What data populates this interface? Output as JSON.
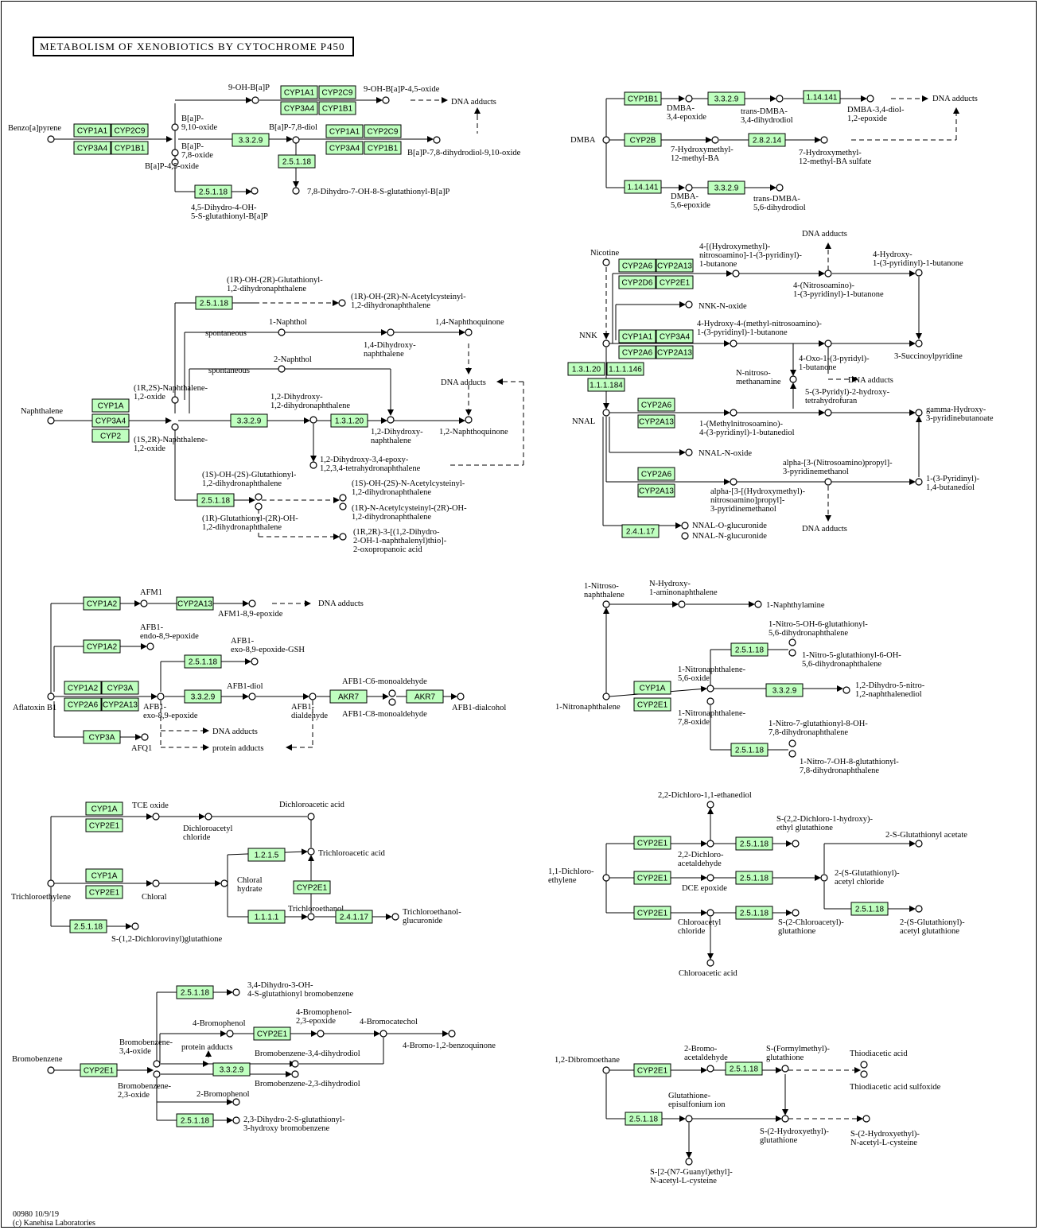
{
  "title": "METABOLISM OF XENOBIOTICS BY CYTOCHROME P450",
  "footer": {
    "line1": "00980 10/9/19",
    "line2": "(c) Kanehisa Laboratories"
  },
  "enzymes": [
    {
      "id": "e1",
      "label": "CYP1A1"
    },
    {
      "id": "e2",
      "label": "CYP2C9"
    },
    {
      "id": "e3",
      "label": "CYP3A4"
    },
    {
      "id": "e4",
      "label": "CYP1B1"
    },
    {
      "id": "e5",
      "label": "CYP1A1"
    },
    {
      "id": "e6",
      "label": "CYP2C9"
    },
    {
      "id": "e7",
      "label": "CYP3A4"
    },
    {
      "id": "e8",
      "label": "CYP1B1"
    },
    {
      "id": "e9",
      "label": "3.3.2.9"
    },
    {
      "id": "e10",
      "label": "CYP1A1"
    },
    {
      "id": "e11",
      "label": "CYP2C9"
    },
    {
      "id": "e12",
      "label": "CYP3A4"
    },
    {
      "id": "e13",
      "label": "CYP1B1"
    },
    {
      "id": "e14",
      "label": "2.5.1.18"
    },
    {
      "id": "e15",
      "label": "2.5.1.18"
    },
    {
      "id": "e16",
      "label": "CYP1B1"
    },
    {
      "id": "e17",
      "label": "3.3.2.9"
    },
    {
      "id": "e18",
      "label": "1.14.141"
    },
    {
      "id": "e19",
      "label": "CYP2B"
    },
    {
      "id": "e20",
      "label": "2.8.2.14"
    },
    {
      "id": "e21",
      "label": "1.14.141"
    },
    {
      "id": "e22",
      "label": "3.3.2.9"
    },
    {
      "id": "e23",
      "label": "2.5.1.18"
    },
    {
      "id": "e24",
      "label": "CYP1A"
    },
    {
      "id": "e25",
      "label": "CYP3A4"
    },
    {
      "id": "e26",
      "label": "CYP2"
    },
    {
      "id": "e27",
      "label": "3.3.2.9"
    },
    {
      "id": "e28",
      "label": "1.3.1.20"
    },
    {
      "id": "e29",
      "label": "2.5.1.18"
    },
    {
      "id": "e30",
      "label": "CYP2A6"
    },
    {
      "id": "e31",
      "label": "CYP2A13"
    },
    {
      "id": "e32",
      "label": "CYP2D6"
    },
    {
      "id": "e33",
      "label": "CYP2E1"
    },
    {
      "id": "e34",
      "label": "CYP1A1"
    },
    {
      "id": "e35",
      "label": "CYP3A4"
    },
    {
      "id": "e36",
      "label": "CYP2A6"
    },
    {
      "id": "e37",
      "label": "CYP2A13"
    },
    {
      "id": "e38",
      "label": "1.3.1.20"
    },
    {
      "id": "e39",
      "label": "1.1.1.146"
    },
    {
      "id": "e40",
      "label": "1.1.1.184"
    },
    {
      "id": "e41",
      "label": "CYP2A6"
    },
    {
      "id": "e42",
      "label": "CYP2A13"
    },
    {
      "id": "e43",
      "label": "CYP2A6"
    },
    {
      "id": "e44",
      "label": "CYP2A13"
    },
    {
      "id": "e45",
      "label": "2.4.1.17"
    },
    {
      "id": "e46",
      "label": "CYP1A2"
    },
    {
      "id": "e47",
      "label": "CYP2A13"
    },
    {
      "id": "e48",
      "label": "CYP1A2"
    },
    {
      "id": "e49",
      "label": "2.5.1.18"
    },
    {
      "id": "e50",
      "label": "CYP1A2"
    },
    {
      "id": "e51",
      "label": "CYP3A"
    },
    {
      "id": "e52",
      "label": "CYP2A6"
    },
    {
      "id": "e53",
      "label": "CYP2A13"
    },
    {
      "id": "e54",
      "label": "3.3.2.9"
    },
    {
      "id": "e55",
      "label": "AKR7"
    },
    {
      "id": "e56",
      "label": "AKR7"
    },
    {
      "id": "e57",
      "label": "CYP3A"
    },
    {
      "id": "e58",
      "label": "2.5.1.18"
    },
    {
      "id": "e59",
      "label": "CYP1A"
    },
    {
      "id": "e60",
      "label": "CYP2E1"
    },
    {
      "id": "e61",
      "label": "3.3.2.9"
    },
    {
      "id": "e62",
      "label": "2.5.1.18"
    },
    {
      "id": "e63",
      "label": "CYP1A"
    },
    {
      "id": "e64",
      "label": "CYP2E1"
    },
    {
      "id": "e65",
      "label": "1.2.1.5"
    },
    {
      "id": "e66",
      "label": "CYP1A"
    },
    {
      "id": "e67",
      "label": "CYP2E1"
    },
    {
      "id": "e68",
      "label": "CYP2E1"
    },
    {
      "id": "e69",
      "label": "1.1.1.1"
    },
    {
      "id": "e70",
      "label": "2.4.1.17"
    },
    {
      "id": "e71",
      "label": "2.5.1.18"
    },
    {
      "id": "e72",
      "label": "CYP2E1"
    },
    {
      "id": "e73",
      "label": "2.5.1.18"
    },
    {
      "id": "e74",
      "label": "CYP2E1"
    },
    {
      "id": "e75",
      "label": "2.5.1.18"
    },
    {
      "id": "e76",
      "label": "CYP2E1"
    },
    {
      "id": "e77",
      "label": "2.5.1.18"
    },
    {
      "id": "e78",
      "label": "2.5.1.18"
    },
    {
      "id": "e79",
      "label": "2.5.1.18"
    },
    {
      "id": "e80",
      "label": "CYP2E1"
    },
    {
      "id": "e81",
      "label": "CYP2E1"
    },
    {
      "id": "e82",
      "label": "3.3.2.9"
    },
    {
      "id": "e83",
      "label": "2.5.1.18"
    },
    {
      "id": "e84",
      "label": "CYP2E1"
    },
    {
      "id": "e85",
      "label": "2.5.1.18"
    },
    {
      "id": "e86",
      "label": "2.5.1.18"
    }
  ],
  "compounds": [
    {
      "id": "c1",
      "lines": [
        "Benzo[a]pyrene"
      ]
    },
    {
      "id": "c2",
      "lines": [
        "9-OH-B[a]P"
      ]
    },
    {
      "id": "c3",
      "lines": [
        "9-OH-B[a]P-4,5-oxide"
      ]
    },
    {
      "id": "c4",
      "lines": [
        "DNA adducts"
      ]
    },
    {
      "id": "c5",
      "lines": [
        "B[a]P-",
        "9,10-oxide"
      ]
    },
    {
      "id": "c6",
      "lines": [
        "B[a]P-7,8-diol"
      ]
    },
    {
      "id": "c7",
      "lines": [
        "B[a]P-",
        "7,8-oxide"
      ]
    },
    {
      "id": "c8",
      "lines": [
        "B[a]P-4,5-oxide"
      ]
    },
    {
      "id": "c9",
      "lines": [
        "B[a]P-7,8-dihydrodiol-9,10-oxide"
      ]
    },
    {
      "id": "c10",
      "lines": [
        "7,8-Dihydro-7-OH-8-S-glutathionyl-B[a]P"
      ]
    },
    {
      "id": "c11",
      "lines": [
        "4,5-Dihydro-4-OH-",
        "5-S-glutathionyl-B[a]P"
      ]
    },
    {
      "id": "c12",
      "lines": [
        "DMBA"
      ]
    },
    {
      "id": "c13",
      "lines": [
        "DMBA-",
        "3,4-epoxide"
      ]
    },
    {
      "id": "c14",
      "lines": [
        "trans-DMBA-",
        "3,4-dihydrodiol"
      ]
    },
    {
      "id": "c15",
      "lines": [
        "DMBA-3,4-diol-",
        "1,2-epoxide"
      ]
    },
    {
      "id": "c16",
      "lines": [
        "DNA adducts"
      ]
    },
    {
      "id": "c17",
      "lines": [
        "7-Hydroxymethyl-",
        "12-methyl-BA"
      ]
    },
    {
      "id": "c18",
      "lines": [
        "7-Hydroxymethyl-",
        "12-methyl-BA sulfate"
      ]
    },
    {
      "id": "c19",
      "lines": [
        "DMBA-",
        "5,6-epoxide"
      ]
    },
    {
      "id": "c20",
      "lines": [
        "trans-DMBA-",
        "5,6-dihydrodiol"
      ]
    },
    {
      "id": "c21",
      "lines": [
        "(1R)-OH-(2R)-Glutathionyl-",
        "1,2-dihydronaphthalene"
      ]
    },
    {
      "id": "c22",
      "lines": [
        "(1R)-OH-(2R)-N-Acetylcysteinyl-",
        "1,2-dihydronaphthalene"
      ]
    },
    {
      "id": "c23",
      "lines": [
        "spontaneous"
      ]
    },
    {
      "id": "c24",
      "lines": [
        "1-Naphthol"
      ]
    },
    {
      "id": "c25",
      "lines": [
        "1,4-Naphthoquinone"
      ]
    },
    {
      "id": "c26",
      "lines": [
        "1,4-Dihydroxy-",
        "naphthalene"
      ]
    },
    {
      "id": "c27",
      "lines": [
        "spontaneous"
      ]
    },
    {
      "id": "c28",
      "lines": [
        "2-Naphthol"
      ]
    },
    {
      "id": "c29",
      "lines": [
        "DNA adducts"
      ]
    },
    {
      "id": "c30",
      "lines": [
        "Naphthalene"
      ]
    },
    {
      "id": "c31",
      "lines": [
        "(1R,2S)-Naphthalene-",
        "1,2-oxide"
      ]
    },
    {
      "id": "c32",
      "lines": [
        "1,2-Dihydroxy-",
        "1,2-dihydronaphthalene"
      ]
    },
    {
      "id": "c33",
      "lines": [
        "1,2-Dihydroxy-",
        "naphthalene"
      ]
    },
    {
      "id": "c34",
      "lines": [
        "1,2-Naphthoquinone"
      ]
    },
    {
      "id": "c35",
      "lines": [
        "(1S,2R)-Naphthalene-",
        "1,2-oxide"
      ]
    },
    {
      "id": "c36",
      "lines": [
        "1,2-Dihydroxy-3,4-epoxy-",
        "1,2,3,4-tetrahydronaphthalene"
      ]
    },
    {
      "id": "c37",
      "lines": [
        "(1S)-OH-(2S)-Glutathionyl-",
        "1,2-dihydronaphthalene"
      ]
    },
    {
      "id": "c38",
      "lines": [
        "(1S)-OH-(2S)-N-Acetylcysteinyl-",
        "1,2-dihydronaphthalene"
      ]
    },
    {
      "id": "c39",
      "lines": [
        "(1R)-N-Acetylcysteinyl-(2R)-OH-",
        "1,2-dihydronaphthalene"
      ]
    },
    {
      "id": "c40",
      "lines": [
        "(1R)-Glutathionyl-(2R)-OH-",
        "1,2-dihydronaphthalene"
      ]
    },
    {
      "id": "c41",
      "lines": [
        "(1R,2R)-3-[(1,2-Dihydro-",
        "2-OH-1-naphthalenyl)thio]-",
        "2-oxopropanoic acid"
      ]
    },
    {
      "id": "c42",
      "lines": [
        "Nicotine"
      ]
    },
    {
      "id": "c43",
      "lines": [
        "4-[(Hydroxymethyl)-",
        "nitrosoamino]-1-(3-pyridinyl)-",
        "1-butanone"
      ]
    },
    {
      "id": "c44",
      "lines": [
        "DNA adducts"
      ]
    },
    {
      "id": "c45",
      "lines": [
        "4-Hydroxy-",
        "1-(3-pyridinyl)-1-butanone"
      ]
    },
    {
      "id": "c46",
      "lines": [
        "4-(Nitrosoamino)-",
        "1-(3-pyridinyl)-1-butanone"
      ]
    },
    {
      "id": "c47",
      "lines": [
        "NNK-N-oxide"
      ]
    },
    {
      "id": "c48",
      "lines": [
        "4-Hydroxy-4-(methyl-nitrosoamino)-",
        "1-(3-pyridinyl)-1-butanone"
      ]
    },
    {
      "id": "c49",
      "lines": [
        "NNK"
      ]
    },
    {
      "id": "c50",
      "lines": [
        "3-Succinoylpyridine"
      ]
    },
    {
      "id": "c51",
      "lines": [
        "4-Oxo-1-(3-pyridyl)-",
        "1-butanone"
      ]
    },
    {
      "id": "c52",
      "lines": [
        "N-nitroso-",
        "methanamine"
      ]
    },
    {
      "id": "c53",
      "lines": [
        "DNA adducts"
      ]
    },
    {
      "id": "c54",
      "lines": [
        "5-(3-Pyridyl)-2-hydroxy-",
        "tetrahydrofuran"
      ]
    },
    {
      "id": "c55",
      "lines": [
        "gamma-Hydroxy-",
        "3-pyridinebutanoate"
      ]
    },
    {
      "id": "c56",
      "lines": [
        "NNAL"
      ]
    },
    {
      "id": "c57",
      "lines": [
        "1-(Methylnitrosoamino)-",
        "4-(3-pyridinyl)-1-butanediol"
      ]
    },
    {
      "id": "c58",
      "lines": [
        "NNAL-N-oxide"
      ]
    },
    {
      "id": "c59",
      "lines": [
        "alpha-[3-(Nitrosoamino)propyl]-",
        "3-pyridinemethanol"
      ]
    },
    {
      "id": "c60",
      "lines": [
        "1-(3-Pyridinyl)-",
        "1,4-butanediol"
      ]
    },
    {
      "id": "c61",
      "lines": [
        "alpha-[3-[(Hydroxymethyl)-",
        "nitrosoamino]propyl]-",
        "3-pyridinemethanol"
      ]
    },
    {
      "id": "c62",
      "lines": [
        "DNA adducts"
      ]
    },
    {
      "id": "c63",
      "lines": [
        "NNAL-O-glucuronide"
      ]
    },
    {
      "id": "c64",
      "lines": [
        "NNAL-N-glucuronide"
      ]
    },
    {
      "id": "c65",
      "lines": [
        "AFM1"
      ]
    },
    {
      "id": "c66",
      "lines": [
        "AFM1-8,9-epoxide"
      ]
    },
    {
      "id": "c67",
      "lines": [
        "DNA adducts"
      ]
    },
    {
      "id": "c68",
      "lines": [
        "AFB1-",
        "endo-8,9-epoxide"
      ]
    },
    {
      "id": "c69",
      "lines": [
        "AFB1-",
        "exo-8,9-epoxide-GSH"
      ]
    },
    {
      "id": "c70",
      "lines": [
        "AFB1-diol"
      ]
    },
    {
      "id": "c71",
      "lines": [
        "AFB1-C6-monoaldehyde"
      ]
    },
    {
      "id": "c72",
      "lines": [
        "AFB1-dialcohol"
      ]
    },
    {
      "id": "c73",
      "lines": [
        "Aflatoxin B1"
      ]
    },
    {
      "id": "c74",
      "lines": [
        "AFB1-",
        "exo-8,9-epoxide"
      ]
    },
    {
      "id": "c75",
      "lines": [
        "AFB1-",
        "dialdehyde"
      ]
    },
    {
      "id": "c76",
      "lines": [
        "AFB1-C8-monoaldehyde"
      ]
    },
    {
      "id": "c77",
      "lines": [
        "DNA adducts"
      ]
    },
    {
      "id": "c78",
      "lines": [
        "protein adducts"
      ]
    },
    {
      "id": "c79",
      "lines": [
        "AFQ1"
      ]
    },
    {
      "id": "c80",
      "lines": [
        "1-Nitroso-",
        "naphthalene"
      ]
    },
    {
      "id": "c81",
      "lines": [
        "N-Hydroxy-",
        "1-aminonaphthalene"
      ]
    },
    {
      "id": "c82",
      "lines": [
        "1-Naphthylamine"
      ]
    },
    {
      "id": "c83",
      "lines": [
        "1-Nitro-5-OH-6-glutathionyl-",
        "5,6-dihydronaphthalene"
      ]
    },
    {
      "id": "c84",
      "lines": [
        "1-Nitro-5-glutathionyl-6-OH-",
        "5,6-dihydronaphthalene"
      ]
    },
    {
      "id": "c85",
      "lines": [
        "1-Nitronaphthalene-",
        "5,6-oxide"
      ]
    },
    {
      "id": "c86",
      "lines": [
        "1,2-Dihydro-5-nitro-",
        "1,2-naphthalenediol"
      ]
    },
    {
      "id": "c87",
      "lines": [
        "1-Nitronaphthalene"
      ]
    },
    {
      "id": "c88",
      "lines": [
        "1-Nitronaphthalene-",
        "7,8-oxide"
      ]
    },
    {
      "id": "c89",
      "lines": [
        "1-Nitro-7-glutathionyl-8-OH-",
        "7,8-dihydronaphthalene"
      ]
    },
    {
      "id": "c90",
      "lines": [
        "1-Nitro-7-OH-8-glutathionyl-",
        "7,8-dihydronaphthalene"
      ]
    },
    {
      "id": "c91",
      "lines": [
        "TCE oxide"
      ]
    },
    {
      "id": "c92",
      "lines": [
        "Dichloroacetyl",
        "chloride"
      ]
    },
    {
      "id": "c93",
      "lines": [
        "Dichloroacetic acid"
      ]
    },
    {
      "id": "c94",
      "lines": [
        "Trichloroacetic acid"
      ]
    },
    {
      "id": "c95",
      "lines": [
        "Trichloroethylene"
      ]
    },
    {
      "id": "c96",
      "lines": [
        "Chloral"
      ]
    },
    {
      "id": "c97",
      "lines": [
        "Chloral",
        "hydrate"
      ]
    },
    {
      "id": "c98",
      "lines": [
        "Trichloroethanol"
      ]
    },
    {
      "id": "c99",
      "lines": [
        "Trichloroethanol-",
        "glucuronide"
      ]
    },
    {
      "id": "c100",
      "lines": [
        "S-(1,2-Dichlorovinyl)glutathione"
      ]
    },
    {
      "id": "c101",
      "lines": [
        "2,2-Dichloro-1,1-ethanediol"
      ]
    },
    {
      "id": "c102",
      "lines": [
        "S-(2,2-Dichloro-1-hydroxy)-",
        "ethyl glutathione"
      ]
    },
    {
      "id": "c103",
      "lines": [
        "2-S-Glutathionyl acetate"
      ]
    },
    {
      "id": "c104",
      "lines": [
        "1,1-Dichloro-",
        "ethylene"
      ]
    },
    {
      "id": "c105",
      "lines": [
        "2,2-Dichloro-",
        "acetaldehyde"
      ]
    },
    {
      "id": "c106",
      "lines": [
        "DCE epoxide"
      ]
    },
    {
      "id": "c107",
      "lines": [
        "2-(S-Glutathionyl)-",
        "acetyl chloride"
      ]
    },
    {
      "id": "c108",
      "lines": [
        "Chloroacetyl",
        "chloride"
      ]
    },
    {
      "id": "c109",
      "lines": [
        "S-(2-Chloroacetyl)-",
        "glutathione"
      ]
    },
    {
      "id": "c110",
      "lines": [
        "2-(S-Glutathionyl)-",
        "acetyl glutathione"
      ]
    },
    {
      "id": "c111",
      "lines": [
        "Chloroacetic acid"
      ]
    },
    {
      "id": "c112",
      "lines": [
        "3,4-Dihydro-3-OH-",
        "4-S-glutathionyl bromobenzene"
      ]
    },
    {
      "id": "c113",
      "lines": [
        "4-Bromophenol"
      ]
    },
    {
      "id": "c114",
      "lines": [
        "4-Bromophenol-",
        "2,3-epoxide"
      ]
    },
    {
      "id": "c115",
      "lines": [
        "4-Bromocatechol"
      ]
    },
    {
      "id": "c116",
      "lines": [
        "Bromobenzene-",
        "3,4-oxide"
      ]
    },
    {
      "id": "c117",
      "lines": [
        "protein adducts"
      ]
    },
    {
      "id": "c118",
      "lines": [
        "4-Bromo-1,2-benzoquinone"
      ]
    },
    {
      "id": "c119",
      "lines": [
        "Bromobenzene-3,4-dihydrodiol"
      ]
    },
    {
      "id": "c120",
      "lines": [
        "Bromobenzene"
      ]
    },
    {
      "id": "c121",
      "lines": [
        "Bromobenzene-2,3-dihydrodiol"
      ]
    },
    {
      "id": "c122",
      "lines": [
        "Bromobenzene-",
        "2,3-oxide"
      ]
    },
    {
      "id": "c123",
      "lines": [
        "2-Bromophenol"
      ]
    },
    {
      "id": "c124",
      "lines": [
        "2,3-Dihydro-2-S-glutathionyl-",
        "3-hydroxy bromobenzene"
      ]
    },
    {
      "id": "c125",
      "lines": [
        "1,2-Dibromoethane"
      ]
    },
    {
      "id": "c126",
      "lines": [
        "2-Bromo-",
        "acetaldehyde"
      ]
    },
    {
      "id": "c127",
      "lines": [
        "S-(Formylmethyl)-",
        "glutathione"
      ]
    },
    {
      "id": "c128",
      "lines": [
        "Thiodiacetic acid"
      ]
    },
    {
      "id": "c129",
      "lines": [
        "Thiodiacetic acid sulfoxide"
      ]
    },
    {
      "id": "c130",
      "lines": [
        "Glutathione-",
        "episulfonium ion"
      ]
    },
    {
      "id": "c131",
      "lines": [
        "S-(2-Hydroxyethyl)-",
        "glutathione"
      ]
    },
    {
      "id": "c132",
      "lines": [
        "S-(2-Hydroxyethyl)-",
        "N-acetyl-L-cysteine"
      ]
    },
    {
      "id": "c133",
      "lines": [
        "S-[2-(N7-Guanyl)ethyl]-",
        "N-acetyl-L-cysteine"
      ]
    }
  ]
}
